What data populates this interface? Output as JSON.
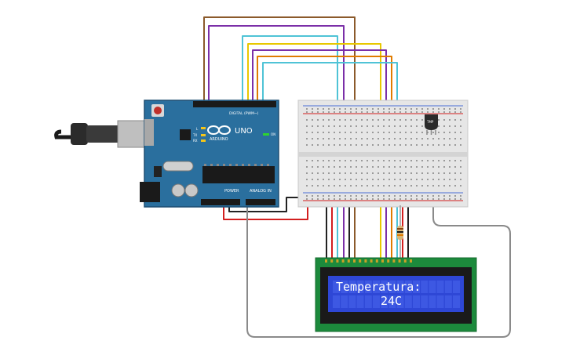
{
  "arduino": {
    "logo_text": "ARDUINO",
    "model": "UNO",
    "digital_label": "DIGITAL (PWM~)",
    "power_label": "POWER",
    "analog_label": "ANALOG IN",
    "led_labels": [
      "L",
      "TX",
      "RX",
      "ON"
    ]
  },
  "sensor": {
    "label": "TMP"
  },
  "lcd": {
    "line1": "Temperatura:",
    "line2": "24C"
  },
  "colors": {
    "arduino_board": "#2a6f9e",
    "breadboard": "#e6e6e6",
    "lcd_pcb": "#1c8a3c",
    "lcd_screen": "#2e47d6",
    "wire_brown": "#8b5a2b",
    "wire_purple": "#7b2fa8",
    "wire_cyan": "#4fc3d6",
    "wire_yellow": "#e8c800",
    "wire_orange": "#e07b00",
    "wire_red": "#d21f1f",
    "wire_black": "#222222",
    "wire_gray": "#8a8a8a"
  }
}
